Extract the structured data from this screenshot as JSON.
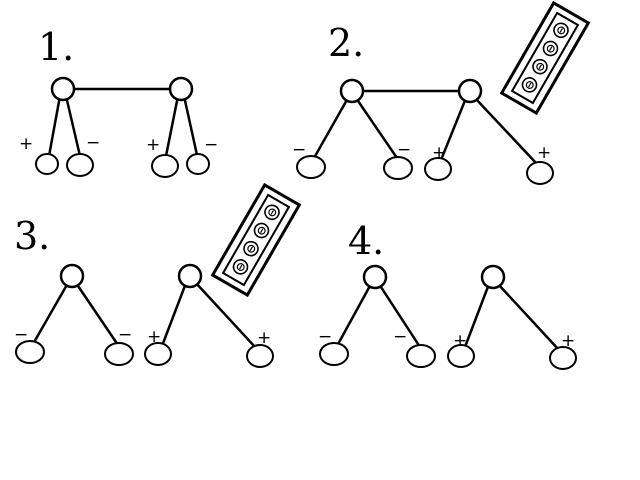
{
  "panels": [
    {
      "label": "1.",
      "electroscopes": [
        {
          "leaf_signs": [
            "+",
            "−"
          ]
        },
        {
          "leaf_signs": [
            "+",
            "−"
          ]
        }
      ]
    },
    {
      "label": "2.",
      "rod_charges": [
        "⊖",
        "⊖",
        "⊖",
        "⊖"
      ],
      "electroscopes": [
        {
          "leaf_signs": [
            "−",
            "−"
          ]
        },
        {
          "leaf_signs": [
            "+",
            "+"
          ]
        }
      ]
    },
    {
      "label": "3.",
      "rod_charges": [
        "⊖",
        "⊖",
        "⊖",
        "⊖"
      ],
      "electroscopes": [
        {
          "leaf_signs": [
            "−",
            "−"
          ]
        },
        {
          "leaf_signs": [
            "+",
            "+"
          ]
        }
      ]
    },
    {
      "label": "4.",
      "electroscopes": [
        {
          "leaf_signs": [
            "−",
            "−"
          ]
        },
        {
          "leaf_signs": [
            "+",
            "+"
          ]
        }
      ]
    }
  ]
}
